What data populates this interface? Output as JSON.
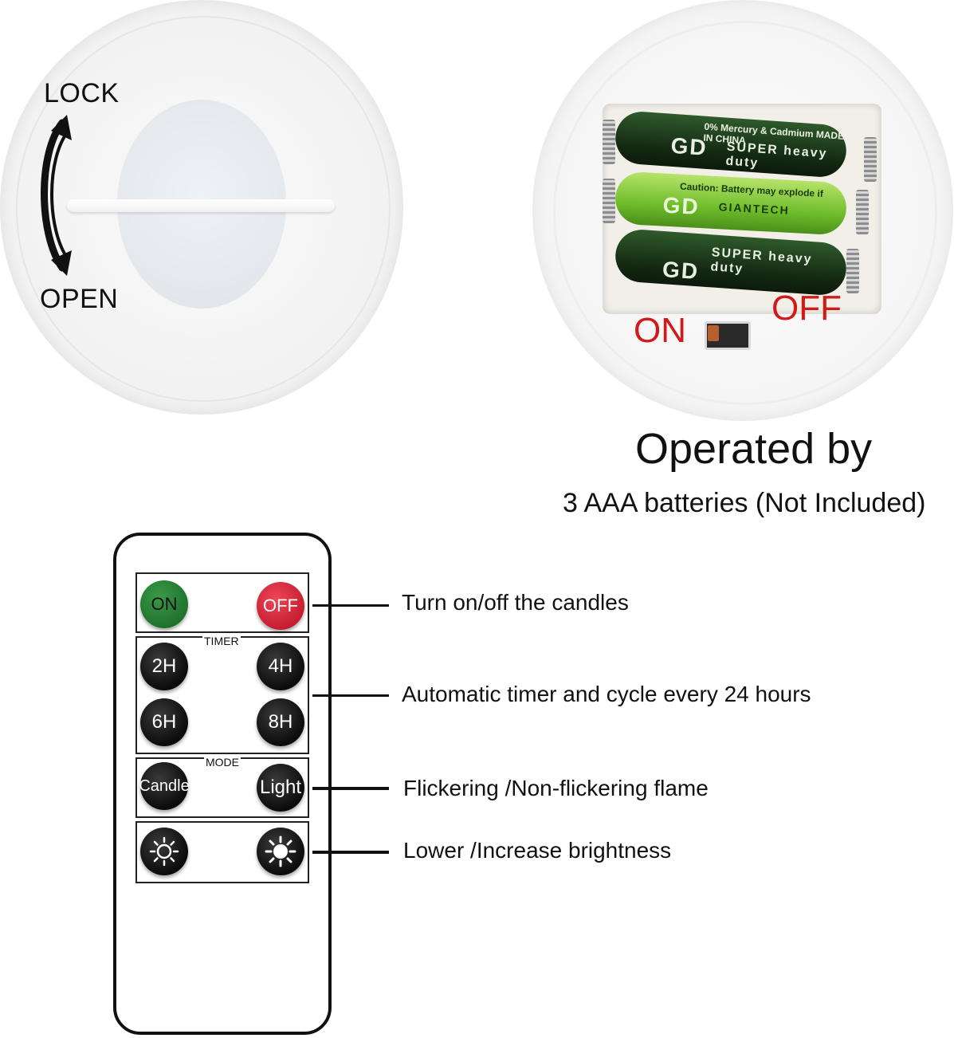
{
  "base": {
    "lock_label": "LOCK",
    "open_label": "OPEN"
  },
  "battery_compartment": {
    "batteries": [
      {
        "top_text": "0% Mercury & Cadmium MADE IN CHINA",
        "brand_text": "SUPER heavy duty",
        "logo": "GD",
        "color": "#1d3b1c"
      },
      {
        "top_text": "Caution: Battery may explode if",
        "brand_text": "GIANTECH",
        "logo": "GD",
        "color": "#7cc23a"
      },
      {
        "top_text": "",
        "brand_text": "SUPER heavy duty",
        "logo": "GD",
        "color": "#1d3b1c"
      }
    ],
    "switch_on_label": "ON",
    "switch_off_label": "OFF",
    "title": "Operated by",
    "subtitle": "3 AAA batteries (Not Included)"
  },
  "remote": {
    "power": {
      "on_label": "ON",
      "off_label": "OFF",
      "description": "Turn on/off the candles"
    },
    "timer": {
      "caption": "TIMER",
      "buttons": [
        "2H",
        "4H",
        "6H",
        "8H"
      ],
      "description": "Automatic timer and cycle every 24 hours"
    },
    "mode": {
      "caption": "MODE",
      "candle_label": "Candle",
      "light_label": "Light",
      "description": "Flickering /Non-flickering flame"
    },
    "brightness": {
      "lower_icon": "sun-outline-icon",
      "increase_icon": "sun-filled-icon",
      "description": "Lower /Increase brightness"
    }
  },
  "colors": {
    "accent_red": "#d11a1a",
    "on_green": "#2a8638",
    "off_red": "#d92a3c"
  }
}
